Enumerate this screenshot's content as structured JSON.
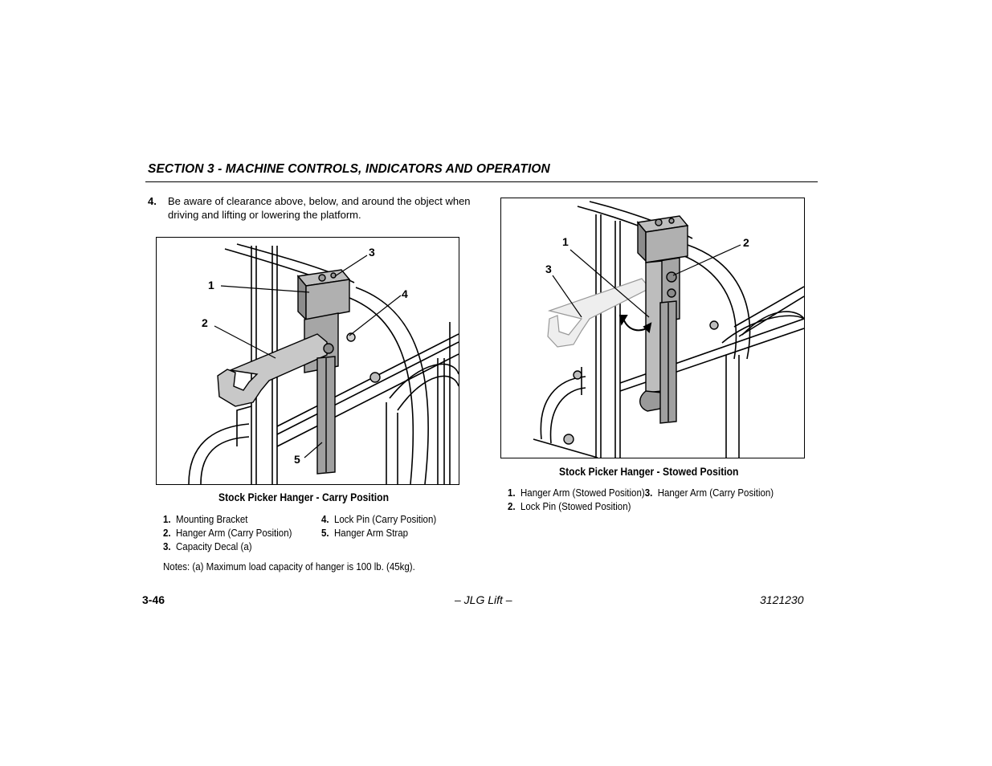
{
  "header": {
    "section_title": "SECTION 3 - MACHINE CONTROLS, INDICATORS AND OPERATION"
  },
  "step": {
    "number": "4.",
    "text": "Be aware of clearance above, below, and around the object when driving and lifting or lowering the platform."
  },
  "figure_carry": {
    "caption": "Stock Picker Hanger - Carry Position",
    "callouts": [
      "1",
      "2",
      "3",
      "4",
      "5"
    ],
    "legend": [
      {
        "num": "1.",
        "label": "Mounting Bracket"
      },
      {
        "num": "2.",
        "label": "Hanger Arm (Carry Position)"
      },
      {
        "num": "3.",
        "label": "Capacity Decal (a)"
      },
      {
        "num": "4.",
        "label": "Lock Pin (Carry Position)"
      },
      {
        "num": "5.",
        "label": "Hanger Arm Strap"
      }
    ],
    "notes": "Notes:  (a) Maximum load capacity of hanger is 100 lb. (45kg)."
  },
  "figure_stowed": {
    "caption": "Stock Picker Hanger - Stowed Position",
    "callouts": [
      "1",
      "2",
      "3"
    ],
    "legend": [
      {
        "num": "1.",
        "label": "Hanger Arm (Stowed Position)"
      },
      {
        "num": "3.",
        "label": "Hanger Arm (Carry Position)"
      },
      {
        "num": "2.",
        "label": "Lock Pin (Stowed Position)"
      }
    ]
  },
  "footer": {
    "page_number": "3-46",
    "center": "– JLG Lift –",
    "doc_number": "3121230"
  }
}
